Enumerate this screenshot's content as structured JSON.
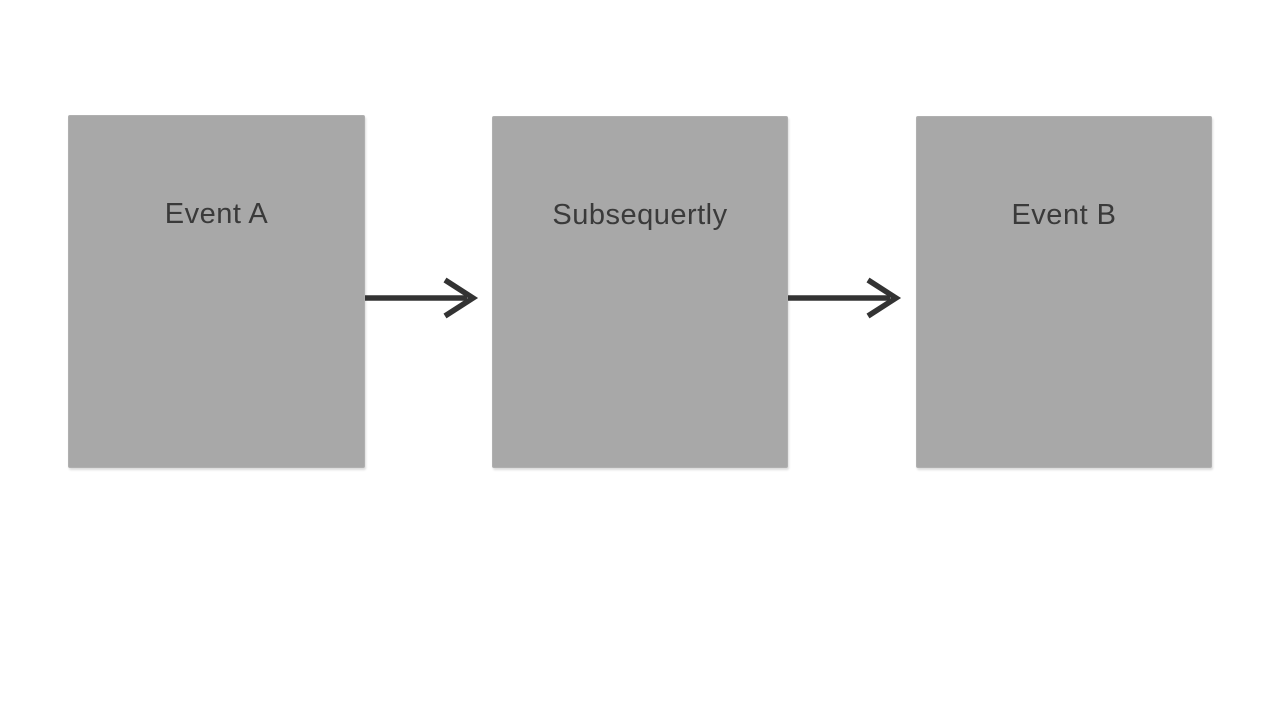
{
  "diagram": {
    "boxes": [
      {
        "label": "Event A"
      },
      {
        "label": "Subsequertly"
      },
      {
        "label": "Event B"
      }
    ],
    "connectors": [
      {
        "type": "arrow-right",
        "from": "Event A",
        "to": "Subsequertly"
      },
      {
        "type": "arrow-right",
        "from": "Subsequertly",
        "to": "Event B"
      }
    ]
  },
  "colors": {
    "page_bg": "#ffffff",
    "box_fill": "#a8a8a8",
    "label_text": "#3a3a3a",
    "arrow": "#333333"
  }
}
